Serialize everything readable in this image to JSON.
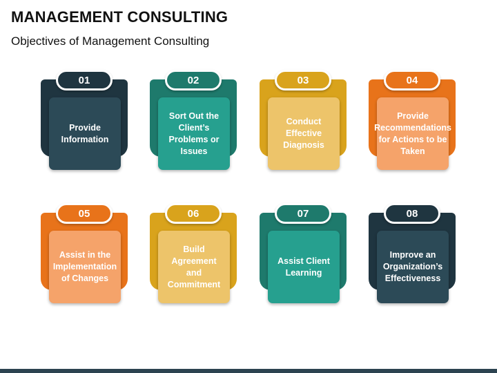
{
  "header": {
    "title": "MANAGEMENT CONSULTING",
    "subtitle": "Objectives of Management Consulting"
  },
  "colors": {
    "navy_dark": "#1f3540",
    "navy_light": "#2c4a57",
    "teal_dark": "#1e7a6c",
    "teal_light": "#26a08f",
    "gold_dark": "#d9a31c",
    "gold_light": "#edc46a",
    "orange_dark": "#e8731a",
    "orange_light": "#f5a36a"
  },
  "cards": [
    {
      "number": "01",
      "text": "Provide Information",
      "theme": "navy"
    },
    {
      "number": "02",
      "text": "Sort Out the Client’s Problems or Issues",
      "theme": "teal"
    },
    {
      "number": "03",
      "text": "Conduct Effective Diagnosis",
      "theme": "gold"
    },
    {
      "number": "04",
      "text": "Provide Recommendations for Actions to be Taken",
      "theme": "orange"
    },
    {
      "number": "05",
      "text": "Assist in the Implementation of Changes",
      "theme": "orange"
    },
    {
      "number": "06",
      "text": "Build Agreement and Commitment",
      "theme": "gold"
    },
    {
      "number": "07",
      "text": "Assist Client Learning",
      "theme": "teal"
    },
    {
      "number": "08",
      "text": "Improve an Organization’s Effectiveness",
      "theme": "navy"
    }
  ]
}
